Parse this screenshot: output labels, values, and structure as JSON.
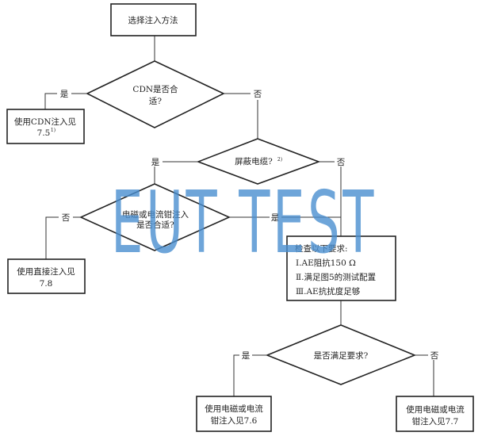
{
  "watermark": "EUT TEST",
  "watermark_color": "#4a8fcf",
  "nodes": {
    "start": "选择注入方法",
    "cdn_q": [
      "CDN是否合",
      "适?"
    ],
    "cdn_use": [
      "使用CDN注入见",
      "7.5",
      "1)"
    ],
    "shield_q": "屏蔽电缆?",
    "shield_note": "2)",
    "clamp_q": [
      "电磁或电流钳注入",
      "是否合适?"
    ],
    "direct_use": [
      "使用直接注入见",
      "7.8"
    ],
    "check": [
      "检查以下要求:",
      "Ⅰ.AE阻抗150 Ω",
      "Ⅱ.满足图5的测试配置",
      "Ⅲ.AE抗扰度足够"
    ],
    "meet_q": "是否满足要求?",
    "clamp_76": [
      "使用电磁或电流",
      "钳注入见7.6"
    ],
    "clamp_77": [
      "使用电磁或电流",
      "钳注入见7.7"
    ]
  },
  "labels": {
    "yes": "是",
    "no": "否"
  }
}
